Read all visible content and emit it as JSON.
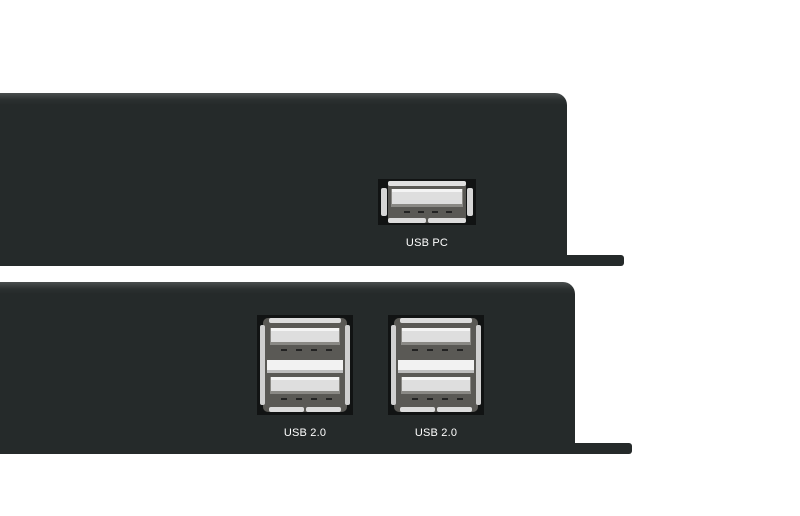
{
  "device": {
    "top_panel": {
      "ports": [
        {
          "type": "usb-a-single",
          "label": "USB PC"
        }
      ]
    },
    "bottom_panel": {
      "ports": [
        {
          "type": "usb-a-dual-stacked",
          "label": "USB 2.0"
        },
        {
          "type": "usb-a-dual-stacked",
          "label": "USB 2.0"
        }
      ]
    },
    "colors": {
      "chassis": "#252a2a",
      "port_metal": "#d8d8d8",
      "port_cavity": "#4d4c48",
      "label": "#ffffff",
      "background": "#ffffff"
    }
  }
}
